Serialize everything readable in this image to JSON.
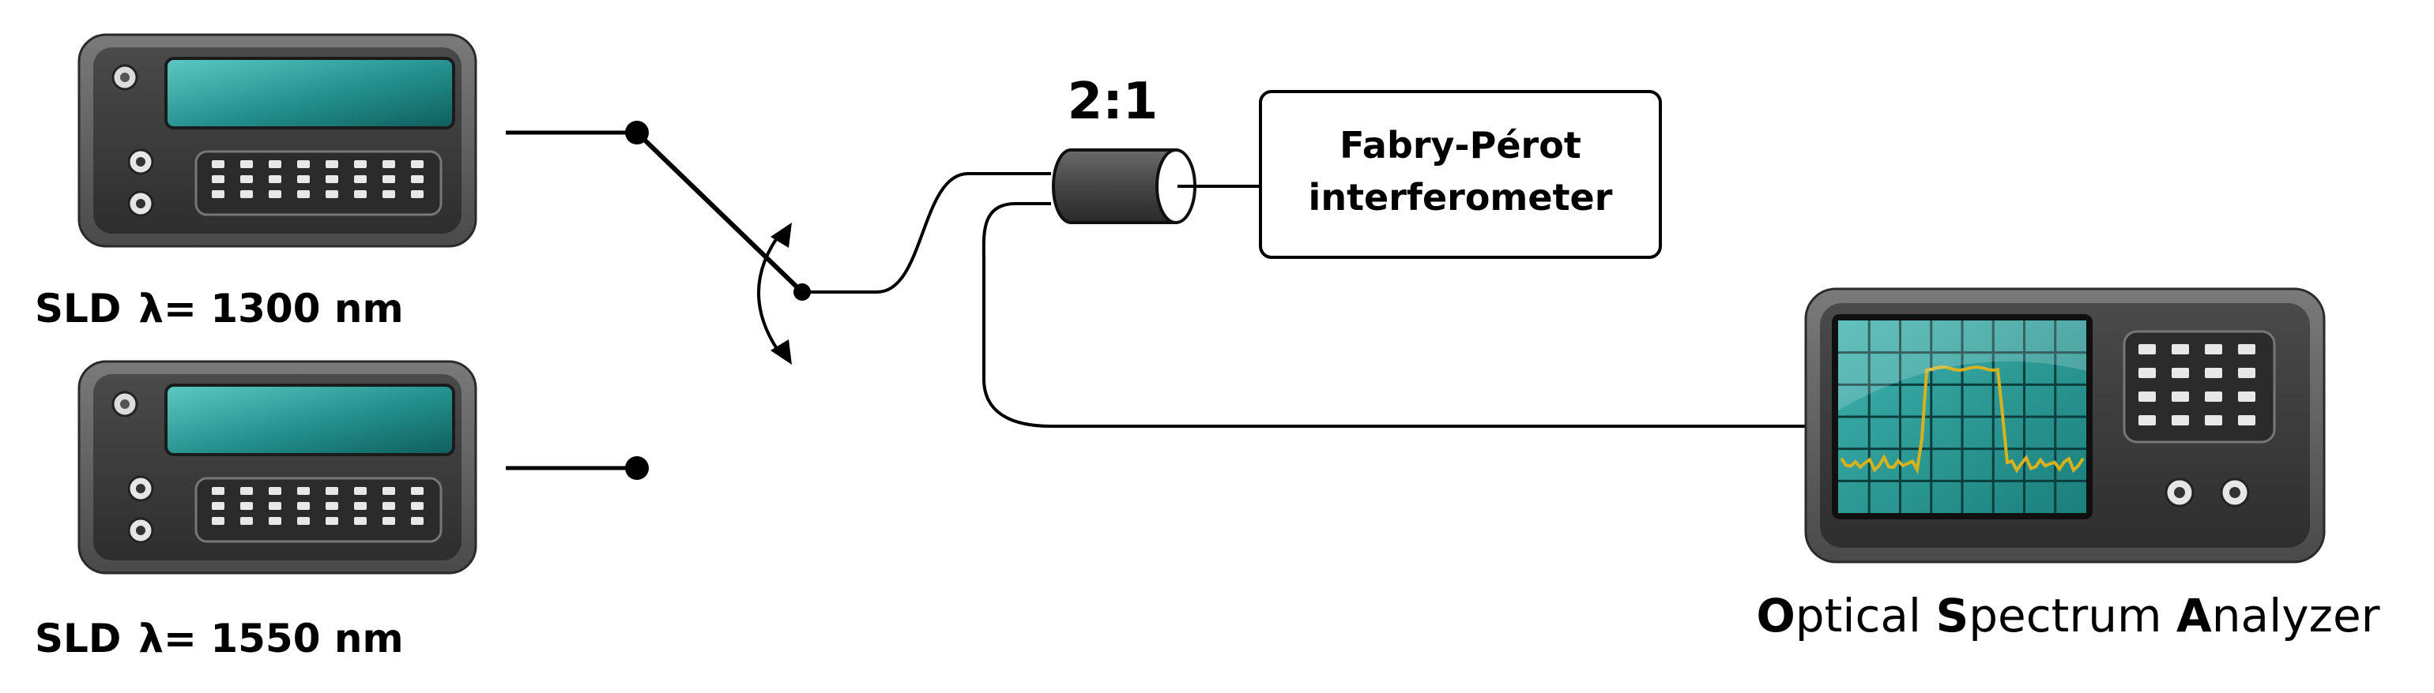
{
  "sources": [
    {
      "prefix": "SLD",
      "lambda": "λ= 1300 nm"
    },
    {
      "prefix": "SLD",
      "lambda": "λ= 1550 nm"
    }
  ],
  "coupler": {
    "ratio": "2:1"
  },
  "fabry_perot": {
    "line1": "Fabry-Pérot",
    "line2": "interferometer"
  },
  "osa": {
    "words": [
      {
        "initial": "O",
        "rest": "ptical "
      },
      {
        "initial": "S",
        "rest": "pectrum "
      },
      {
        "initial": "A",
        "rest": "nalyzer"
      }
    ]
  },
  "colors": {
    "device_body": "#5b5b5b",
    "device_face": "#3b3b3b",
    "display": "#2f9a97",
    "display_dark": "#0f5e5c",
    "trace": "#d8b21e",
    "wire": "#000000"
  }
}
